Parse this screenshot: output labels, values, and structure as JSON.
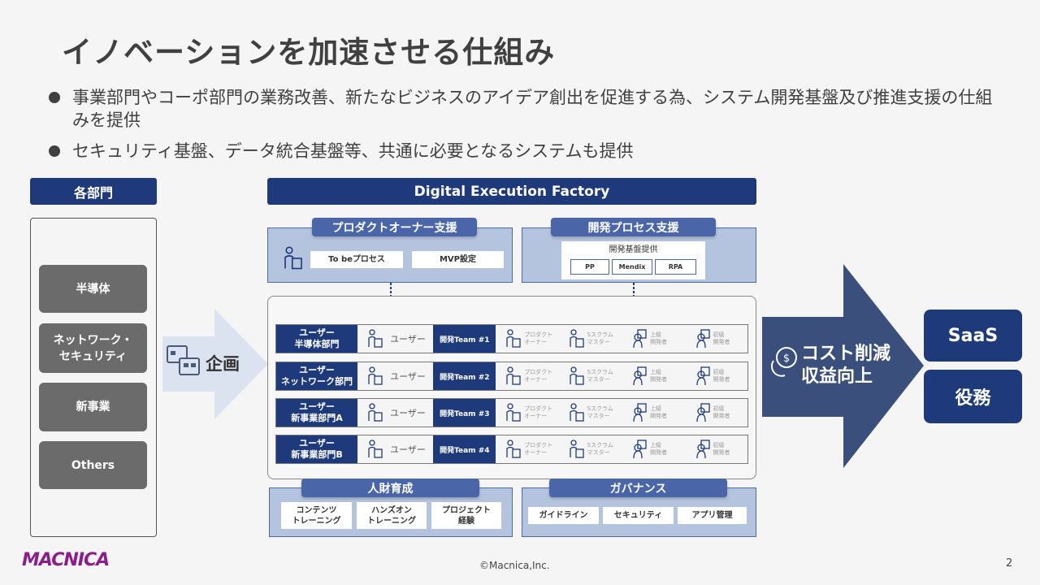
{
  "title": "イノベーションを加速させる仕組み",
  "bullets": [
    "事業部門やコーポ部門の業務改善、新たなビジネスのアイデア創出を促進する為、システム開発基盤及び推進支援の仕組みを提供",
    "セキュリティ基盤、データ統合基盤等、共通に必要となるシステムも提供"
  ],
  "departments": {
    "header": "各部門",
    "items": [
      "半導体",
      "ネットワーク・\nセキュリティ",
      "新事業",
      "Others"
    ]
  },
  "planning": "企画",
  "def": {
    "header": "Digital Execution Factory",
    "po": {
      "label": "プロダクトオーナー支援",
      "items": [
        "To beプロセス",
        "MVP設定"
      ]
    },
    "dev": {
      "label": "開発プロセス支援",
      "sub": "開発基盤提供",
      "items": [
        "PP",
        "Mendix",
        "RPA"
      ]
    },
    "rows": [
      {
        "unit": "ユーザー\n半導体部門",
        "user": "ユーザー",
        "team": "開発Team  #1"
      },
      {
        "unit": "ユーザー\nネットワーク部門",
        "user": "ユーザー",
        "team": "開発Team  #2"
      },
      {
        "unit": "ユーザー\n新事業部門A",
        "user": "ユーザー",
        "team": "開発Team  #3"
      },
      {
        "unit": "ユーザー\n新事業部門B",
        "user": "ユーザー",
        "team": "開発Team  #4"
      }
    ],
    "roles": [
      "プロダクト\nオーナー",
      "Sスクラム\nマスター",
      "上級\n開発者",
      "初級\n開発者"
    ],
    "hr": {
      "label": "人財育成",
      "items": [
        "コンテンツ\nトレーニング",
        "ハンズオン\nトレーニング",
        "プロジェクト\n経験"
      ]
    },
    "gov": {
      "label": "ガバナンス",
      "items": [
        "ガイドライン",
        "セキュリティ",
        "アプリ管理"
      ]
    }
  },
  "outcome": "コスト削減\n収益向上",
  "results": [
    "SaaS",
    "役務"
  ],
  "footer": {
    "logo": "MACNICA",
    "copyright": "©Macnica,Inc.",
    "page": "2"
  },
  "colors": {
    "navy": "#1e3a7b",
    "panel": "#b4c3de",
    "tab": "#4a66a8",
    "arrow": "#3b4f7c"
  }
}
